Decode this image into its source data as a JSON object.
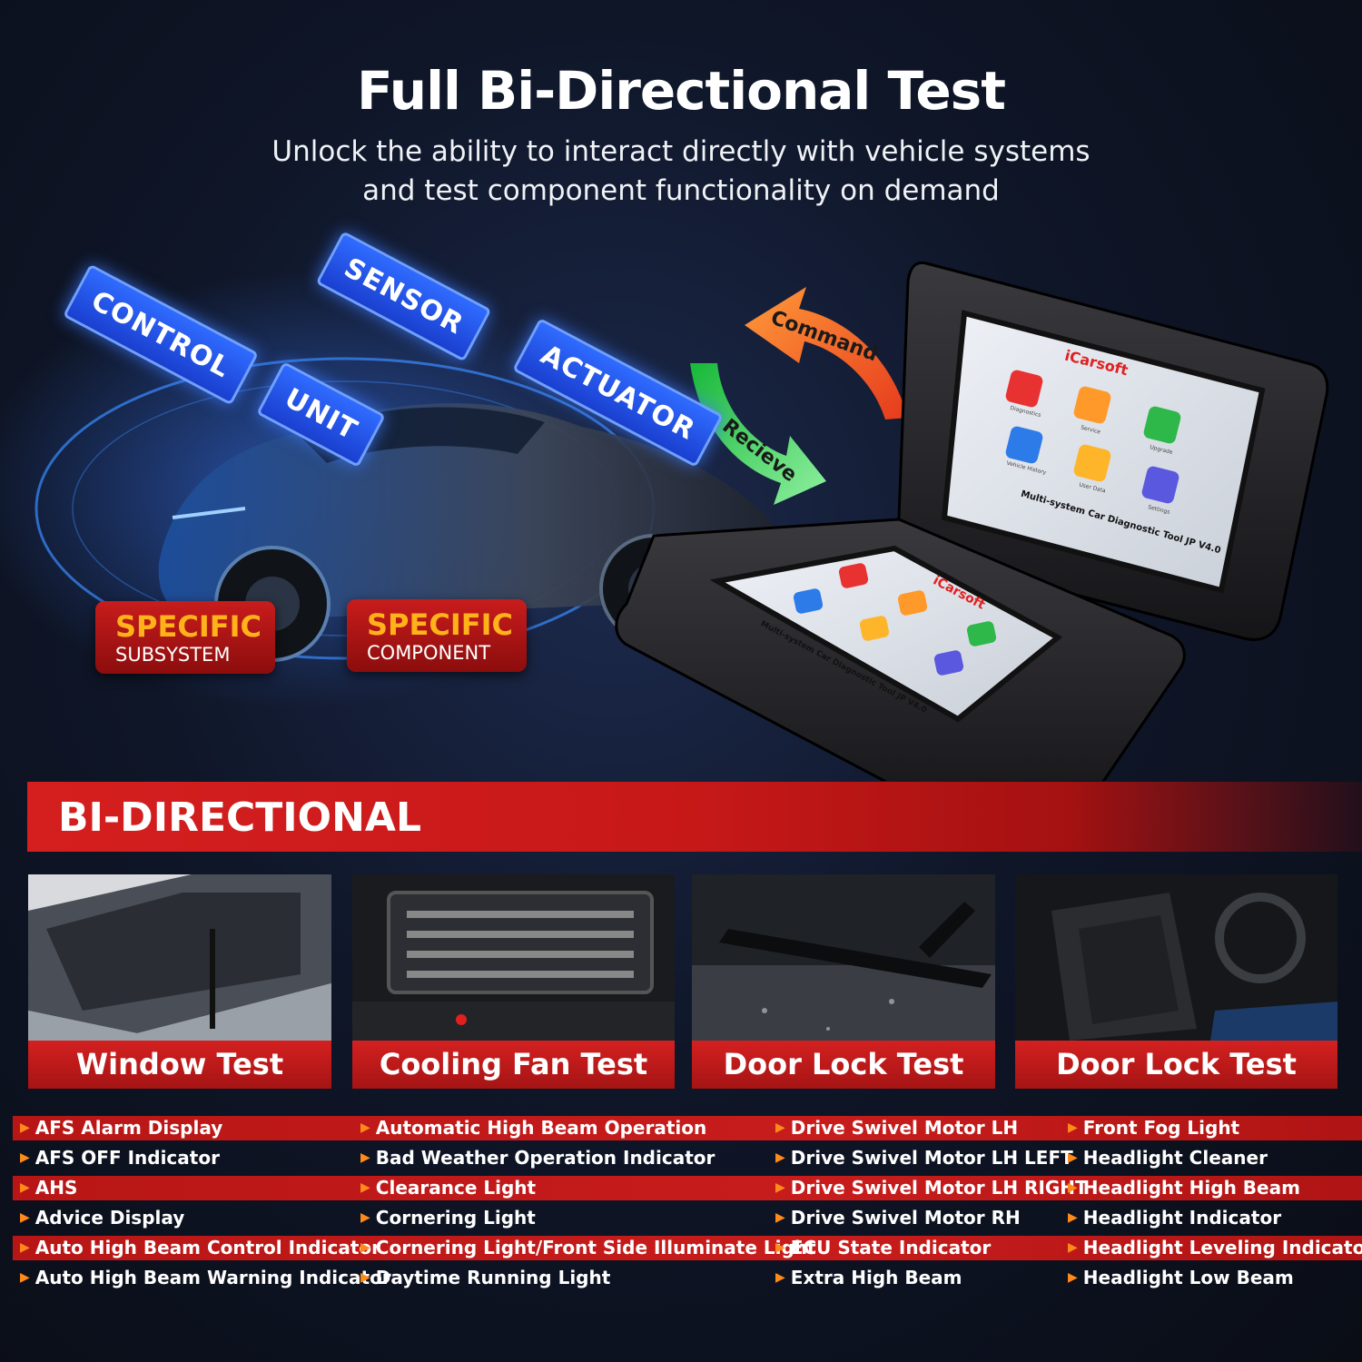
{
  "header": {
    "title": "Full Bi-Directional Test",
    "subtitle_line1": "Unlock the ability to interact directly with vehicle systems",
    "subtitle_line2": "and test component functionality on demand"
  },
  "hero": {
    "tags": [
      "CONTROL",
      "SENSOR",
      "UNIT",
      "ACTUATOR"
    ],
    "specific_subsystem": {
      "big": "SPECIFIC",
      "small": "SUBSYSTEM"
    },
    "specific_component": {
      "big": "SPECIFIC",
      "small": "COMPONENT"
    },
    "arrow_command": "Command",
    "arrow_recieve": "Recieve",
    "device": {
      "brand": "iCarsoft",
      "caption": "Multi-system Car Diagnostic Tool JP V4.0",
      "apps": [
        "Diagnostics",
        "Service",
        "Upgrade",
        "Vehicle History",
        "User Data",
        "Settings"
      ]
    },
    "colors": {
      "tag_blue": "#2f6bff",
      "command_orange": "#ff6a2a",
      "recieve_green": "#2fd04a"
    }
  },
  "banner": {
    "title": "BI-DIRECTIONAL"
  },
  "cards": [
    {
      "caption": "Window Test"
    },
    {
      "caption": "Cooling Fan Test"
    },
    {
      "caption": "Door Lock Test"
    },
    {
      "caption": "Door Lock Test"
    }
  ],
  "features": {
    "col1": [
      "AFS Alarm Display",
      "AFS OFF Indicator",
      "AHS",
      "Advice Display",
      "Auto High Beam Control Indicator",
      "Auto High Beam Warning Indicator"
    ],
    "col2": [
      "Automatic High Beam Operation",
      "Bad Weather Operation Indicator",
      "Clearance Light",
      "Cornering Light",
      "Cornering Light/Front Side Illuminate Light",
      "Daytime Running Light"
    ],
    "col3": [
      "Drive Swivel Motor LH",
      "Drive Swivel Motor LH LEFT",
      "Drive Swivel Motor LH RIGHT",
      "Drive Swivel Motor RH",
      "ECU State Indicator",
      "Extra High Beam"
    ],
    "col4": [
      "Front Fog Light",
      "Headlight Cleaner",
      "Headlight High Beam",
      "Headlight Indicator",
      "Headlight Leveling Indicator",
      "Headlight Low Beam"
    ],
    "bullet": "▶"
  }
}
